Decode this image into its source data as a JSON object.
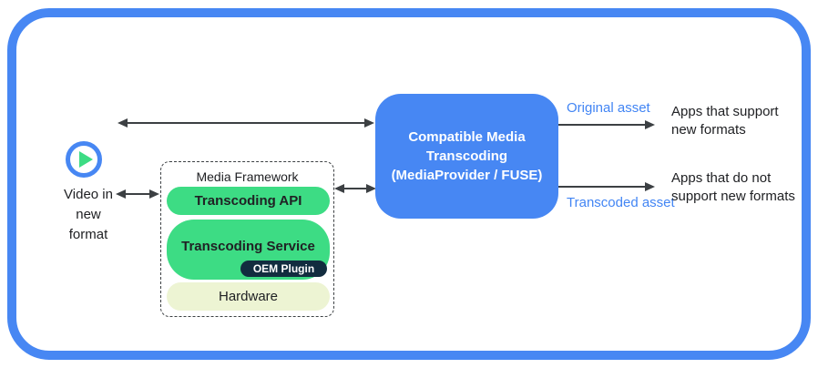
{
  "diagram": {
    "source": {
      "label": "Video in\nnew\nformat"
    },
    "media_framework": {
      "title": "Media Framework",
      "api_label": "Transcoding API",
      "service_label": "Transcoding Service",
      "oem_label": "OEM Plugin",
      "hardware_label": "Hardware"
    },
    "transcoding_box": {
      "label": "Compatible Media\nTranscoding\n(MediaProvider / FUSE)"
    },
    "outputs": {
      "original_label": "Original asset",
      "transcoded_label": "Transcoded asset",
      "apps_support": "Apps that support\nnew formats",
      "apps_no_support": "Apps that do not\nsupport new formats"
    },
    "colors": {
      "accent_blue": "#4787F3",
      "label_blue": "#4285F4",
      "green": "#3DDC84",
      "oem_navy": "#122C3F",
      "hardware_cream": "#EDF4D3",
      "arrow_gray": "#3C4043"
    }
  }
}
